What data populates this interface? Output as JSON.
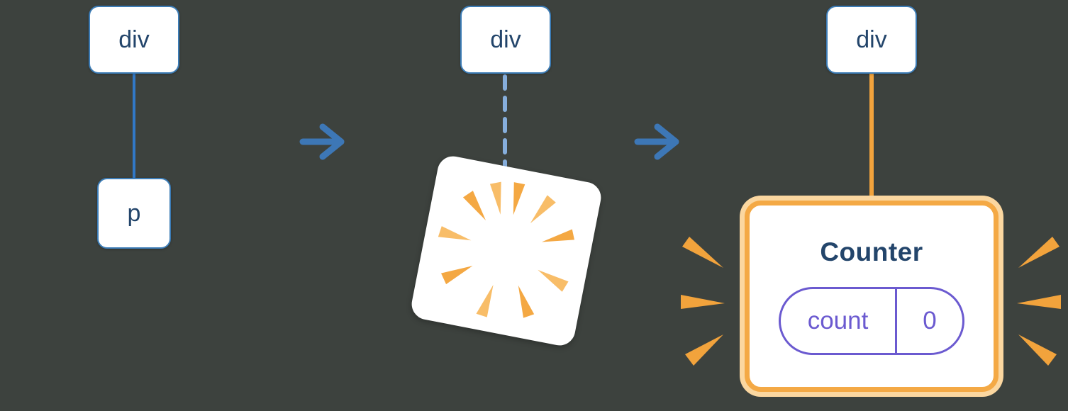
{
  "diagram": {
    "stage1": {
      "root_label": "div",
      "child_label": "p"
    },
    "stage2": {
      "root_label": "div"
    },
    "stage3": {
      "root_label": "div",
      "component_title": "Counter",
      "state_key": "count",
      "state_value": "0"
    }
  },
  "icons": {
    "arrow": "arrow-right-icon",
    "burst": "destruction-burst-icon",
    "sparks": "emphasis-sparks-icon"
  },
  "colors": {
    "background": "#3d423e",
    "node_bg": "#ffffff",
    "node_border": "#3c7cb6",
    "node_text": "#23456b",
    "connector_solid_blue": "#3178c6",
    "connector_dashed_blue": "#86aedc",
    "arrow_blue": "#3d77b6",
    "orange": "#f2a33c",
    "orange_light": "#fbd7a0",
    "purple": "#6b5ad0",
    "title_text": "#23456b"
  }
}
